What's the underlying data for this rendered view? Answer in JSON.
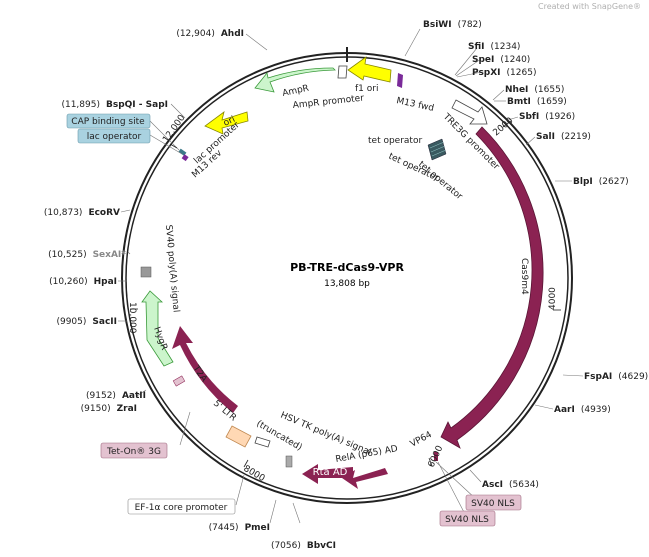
{
  "watermark": "Created with SnapGene®",
  "plasmid": {
    "name": "PB-TRE-dCas9-VPR",
    "size_label": "13,808 bp"
  },
  "ticks": [
    "2000",
    "4000",
    "6000",
    "8000",
    "10,000",
    "12,000"
  ],
  "sites_right": [
    {
      "name": "BsiWI",
      "pos": "(782)"
    },
    {
      "name": "SfiI",
      "pos": "(1234)"
    },
    {
      "name": "SpeI",
      "pos": "(1240)"
    },
    {
      "name": "PspXI",
      "pos": "(1265)"
    },
    {
      "name": "NheI",
      "pos": "(1655)"
    },
    {
      "name": "BmtI",
      "pos": "(1659)"
    },
    {
      "name": "SbfI",
      "pos": "(1926)"
    },
    {
      "name": "SalI",
      "pos": "(2219)"
    },
    {
      "name": "BlpI",
      "pos": "(2627)"
    },
    {
      "name": "FspAI",
      "pos": "(4629)"
    },
    {
      "name": "AarI",
      "pos": "(4939)"
    },
    {
      "name": "AscI",
      "pos": "(5634)"
    }
  ],
  "sites_left": [
    {
      "name": "AhdI",
      "pos": "(12,904)"
    },
    {
      "name": "BspQI - SapI",
      "pos": "(11,895)"
    },
    {
      "name": "EcoRV",
      "pos": "(10,873)"
    },
    {
      "name": "SexAI*",
      "pos": "(10,525)"
    },
    {
      "name": "HpaI",
      "pos": "(10,260)"
    },
    {
      "name": "SacII",
      "pos": "(9905)"
    },
    {
      "name": "AatII",
      "pos": "(9152)"
    },
    {
      "name": "ZraI",
      "pos": "(9150)"
    }
  ],
  "sites_bottom": [
    {
      "name": "PmeI",
      "pos": "(7445)"
    },
    {
      "name": "BbvCI",
      "pos": "(7056)"
    }
  ],
  "features": {
    "ampr": "AmpR",
    "ampr_promoter": "AmpR promoter",
    "f1_ori": "f1 ori",
    "m13_fwd": "M13 fwd",
    "ori": "ori",
    "lac_promoter": "lac promoter",
    "m13_rev": "M13 rev",
    "tre3g_promoter": "TRE3G promoter",
    "tet_operator_1": "tet operator",
    "tet_operator_2": "tet operator",
    "tet_operator_3": "tet operator",
    "cas9m4": "Cas9m4",
    "vp64": "VP64",
    "rela": "RelA (p65) AD",
    "rta": "Rta AD",
    "hsv_tk": "HSV TK poly(A) signal",
    "ltr_1": "5' LTR",
    "ltr_2": "(truncated)",
    "t2a": "T2A",
    "hygr": "HygR",
    "sv40_polya": "SV40 poly(A) signal"
  },
  "boxes": {
    "cap": "CAP binding site",
    "lac_operator": "lac operator",
    "tet_on": "Tet-On® 3G",
    "ef1a": "EF-1α core promoter",
    "sv40_nls_1": "SV40 NLS",
    "sv40_nls_2": "SV40 NLS"
  },
  "colors": {
    "cas9": "#8b2252",
    "ampr": "#ccf5cc",
    "yellow": "#ffff00",
    "boxblue": "#a9d2e0",
    "boxpink": "#e3c2d0"
  }
}
